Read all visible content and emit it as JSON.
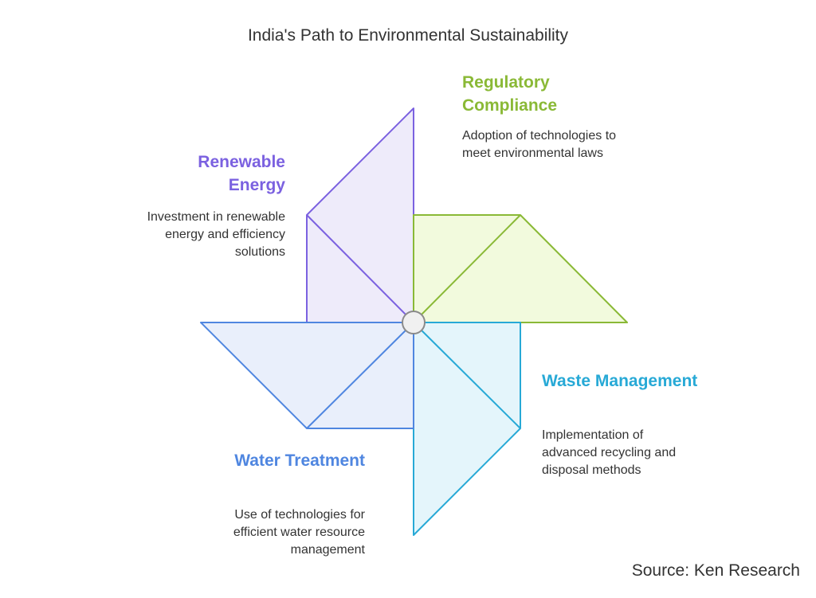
{
  "title": "India's Path to Environmental Sustainability",
  "blades": [
    {
      "id": "renewable",
      "heading": "Renewable Energy",
      "description": "Investment in renewable energy and efficiency solutions",
      "color": "#7b61e0",
      "fill": "#eeebfa"
    },
    {
      "id": "regulatory",
      "heading": "Regulatory Compliance",
      "description": "Adoption of technologies to meet environmental laws",
      "color": "#8ab936",
      "fill": "#f2fadd"
    },
    {
      "id": "waste",
      "heading": "Waste Management",
      "description": "Implementation of advanced recycling and disposal methods",
      "color": "#27a9d6",
      "fill": "#e4f5fb"
    },
    {
      "id": "water",
      "heading": "Water Treatment",
      "description": "Use of technologies for efficient water resource management",
      "color": "#4f86e0",
      "fill": "#e9effb"
    }
  ],
  "source": "Source: Ken Research"
}
